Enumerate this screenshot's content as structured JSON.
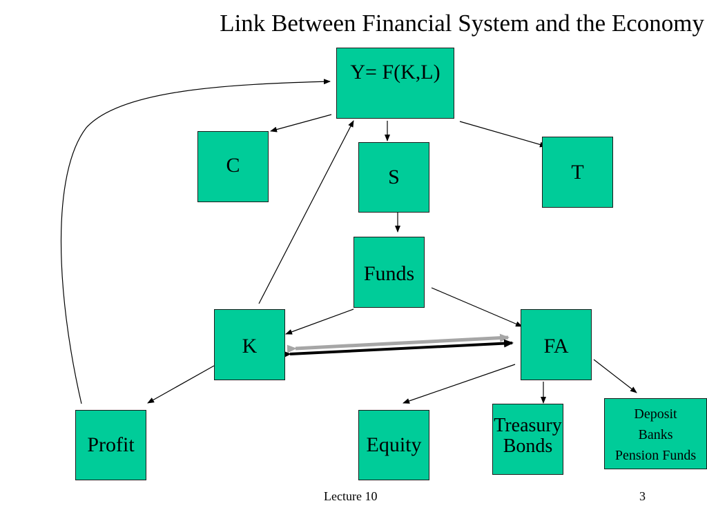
{
  "title": "Link Between Financial System and the Economy",
  "colors": {
    "box_fill": "#00cc99",
    "line": "#000000",
    "double_arrow_shadow": "#a6a6a6"
  },
  "boxes": {
    "output": "Y= F(K,L)",
    "consumption": "C",
    "savings": "S",
    "taxes": "T",
    "funds": "Funds",
    "capital": "K",
    "financial_assets": "FA",
    "profit": "Profit",
    "equity": "Equity",
    "treasury_bonds": "Treasury\nBonds",
    "deposit_banks": "Deposit\nBanks\nPension Funds"
  },
  "footer": {
    "lecture": "Lecture 10",
    "page": "3"
  }
}
